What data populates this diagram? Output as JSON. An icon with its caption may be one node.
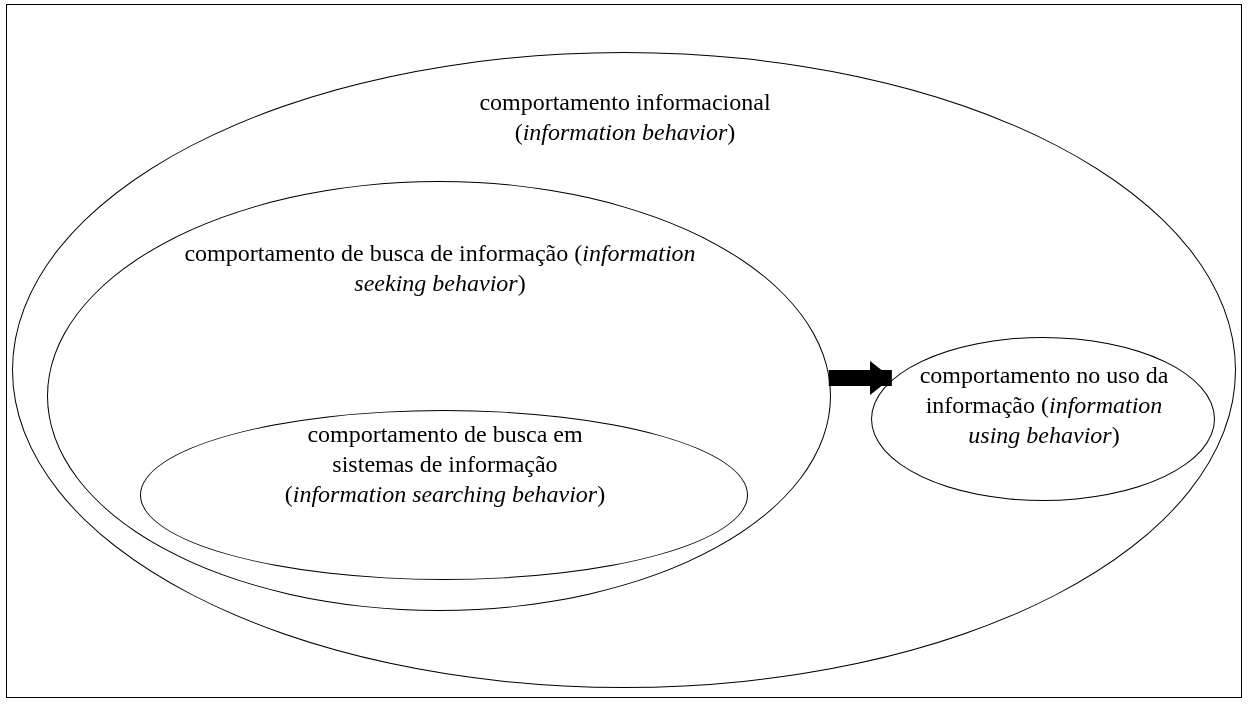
{
  "diagram": {
    "nodes": [
      {
        "text": [
          "comportamento informacional (*information behavior*)"
        ]
      },
      {
        "text": [
          "comportamento de busca de informação (*information seeking behavior*)"
        ],
        "in": 0
      },
      {
        "text": [
          "comportamento de busca em sistemas de informação (*information searching behavior*)"
        ],
        "in": 1
      },
      {
        "text": [
          "comportamento no uso da informação (*information using behavior*)"
        ],
        "in": 0
      }
    ],
    "edges": [
      {
        "from": 1,
        "to": 3,
        "arrow": "to"
      }
    ]
  }
}
